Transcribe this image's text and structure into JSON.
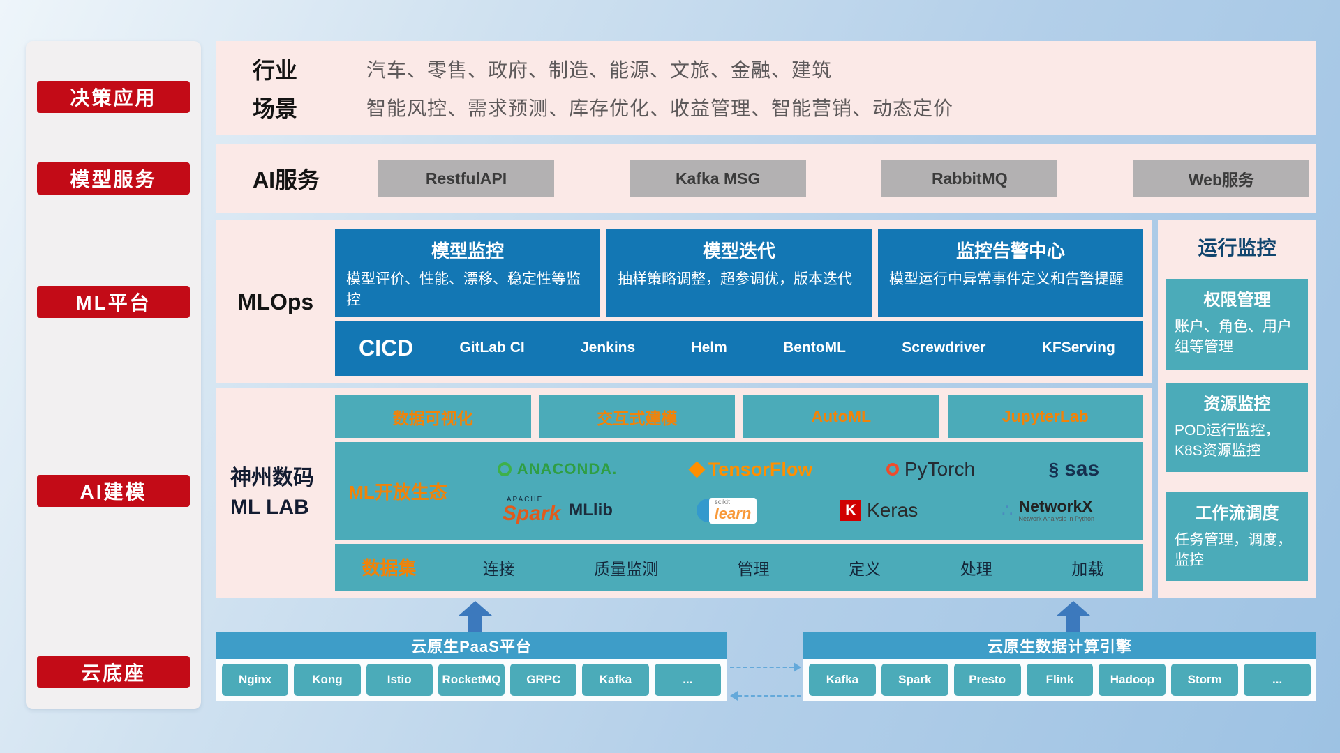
{
  "colors": {
    "accent_red": "#c30b17",
    "panel_pink": "#fbe9e7",
    "card_blue": "#1377b4",
    "teal": "#4babb9",
    "orange": "#f0830a",
    "bar_header_blue": "#3e9dc8"
  },
  "sidebar": {
    "items": [
      {
        "label": "决策应用"
      },
      {
        "label": "模型服务"
      },
      {
        "label": "ML平台"
      },
      {
        "label": "AI建模"
      },
      {
        "label": "云底座"
      }
    ]
  },
  "industry": {
    "rows": [
      {
        "label": "行业",
        "value": "汽车、零售、政府、制造、能源、文旅、金融、建筑"
      },
      {
        "label": "场景",
        "value": "智能风控、需求预测、库存优化、收益管理、智能营销、动态定价"
      }
    ]
  },
  "ai_service": {
    "label": "AI服务",
    "items": [
      "RestfulAPI",
      "Kafka MSG",
      "RabbitMQ",
      "Web服务"
    ]
  },
  "mlops": {
    "label": "MLOps",
    "cards": [
      {
        "title": "模型监控",
        "desc": "模型评价、性能、漂移、稳定性等监控"
      },
      {
        "title": "模型迭代",
        "desc": "抽样策略调整，超参调优，版本迭代"
      },
      {
        "title": "监控告警中心",
        "desc": "模型运行中异常事件定义和告警提醒"
      }
    ],
    "cicd": {
      "label": "CICD",
      "items": [
        "GitLab CI",
        "Jenkins",
        "Helm",
        "BentoML",
        "Screwdriver",
        "KFServing"
      ]
    }
  },
  "mllab": {
    "label_line1": "神州数码",
    "label_line2": "ML LAB",
    "tools": [
      "数据可视化",
      "交互式建模",
      "AutoML",
      "JupyterLab"
    ],
    "ecosystem": {
      "label": "ML开放生态",
      "logos": {
        "anaconda": "ANACONDA.",
        "tensorflow": "TensorFlow",
        "pytorch": "PyTorch",
        "sas": "sas",
        "spark_brand": "APACHE",
        "spark": "Spark",
        "mllib": "MLlib",
        "scikit_brand": "scikit",
        "scikit": "learn",
        "keras_k": "K",
        "keras": "Keras",
        "networkx": "NetworkX",
        "networkx_sub": "Network Analysis in Python"
      }
    },
    "dataset": {
      "label": "数据集",
      "items": [
        "连接",
        "质量监测",
        "管理",
        "定义",
        "处理",
        "加载"
      ]
    }
  },
  "monitor": {
    "title": "运行监控",
    "cards": [
      {
        "title": "权限管理",
        "desc": "账户、角色、用户组等管理"
      },
      {
        "title": "资源监控",
        "desc": "POD运行监控，K8S资源监控"
      },
      {
        "title": "工作流调度",
        "desc": "任务管理，调度，监控"
      }
    ]
  },
  "foundation": {
    "paas": {
      "title": "云原生PaaS平台",
      "items": [
        "Nginx",
        "Kong",
        "Istio",
        "RocketMQ",
        "GRPC",
        "Kafka",
        "..."
      ]
    },
    "engine": {
      "title": "云原生数据计算引擎",
      "items": [
        "Kafka",
        "Spark",
        "Presto",
        "Flink",
        "Hadoop",
        "Storm",
        "..."
      ]
    }
  }
}
